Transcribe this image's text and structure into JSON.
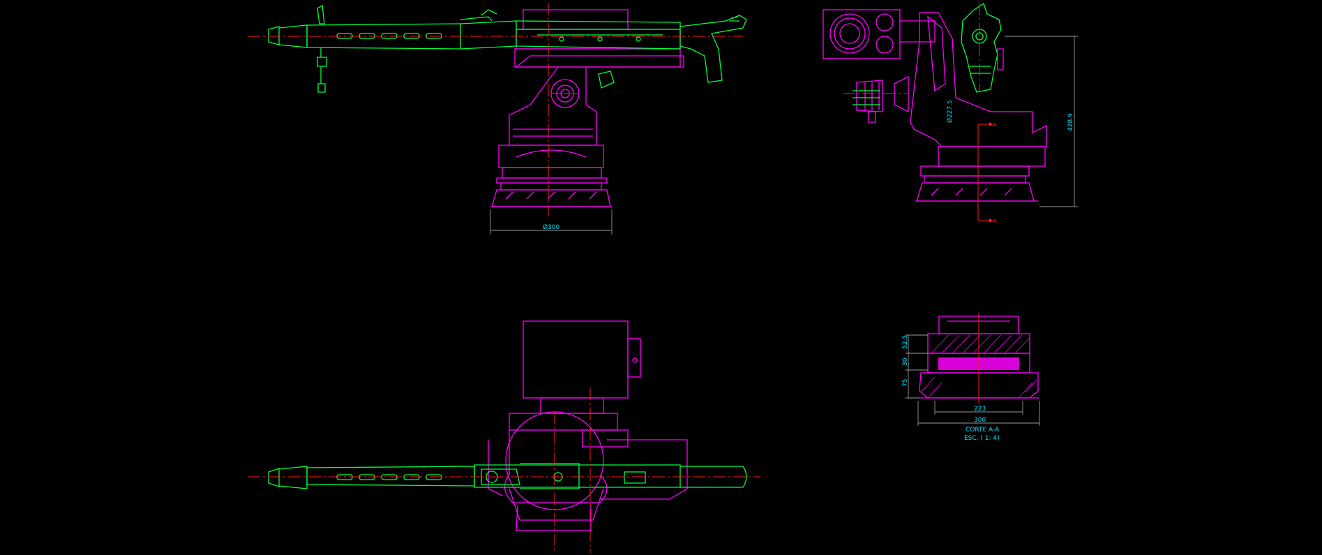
{
  "drawing": {
    "layer_colors": {
      "outline": "#ff00ff",
      "weapon": "#00ff3c",
      "centerline": "#ff1a1a",
      "dimension_line": "#9a9a9a",
      "dimension_text": "#00e5ff",
      "background": "#000000"
    },
    "side_view": {
      "base_diameter_label": "Ø300"
    },
    "end_view": {
      "bore_diameter_label": "Ø227.5",
      "height_label": "428.9",
      "section_mark_top": "A",
      "section_mark_bottom": "A"
    },
    "section_view": {
      "dim_top": "52.5",
      "dim_mid": "30",
      "dim_low": "75",
      "inner_width": "223",
      "outer_width": "300",
      "title": "CORTE A-A",
      "scale": "ESC. ( 1: 4)"
    }
  }
}
